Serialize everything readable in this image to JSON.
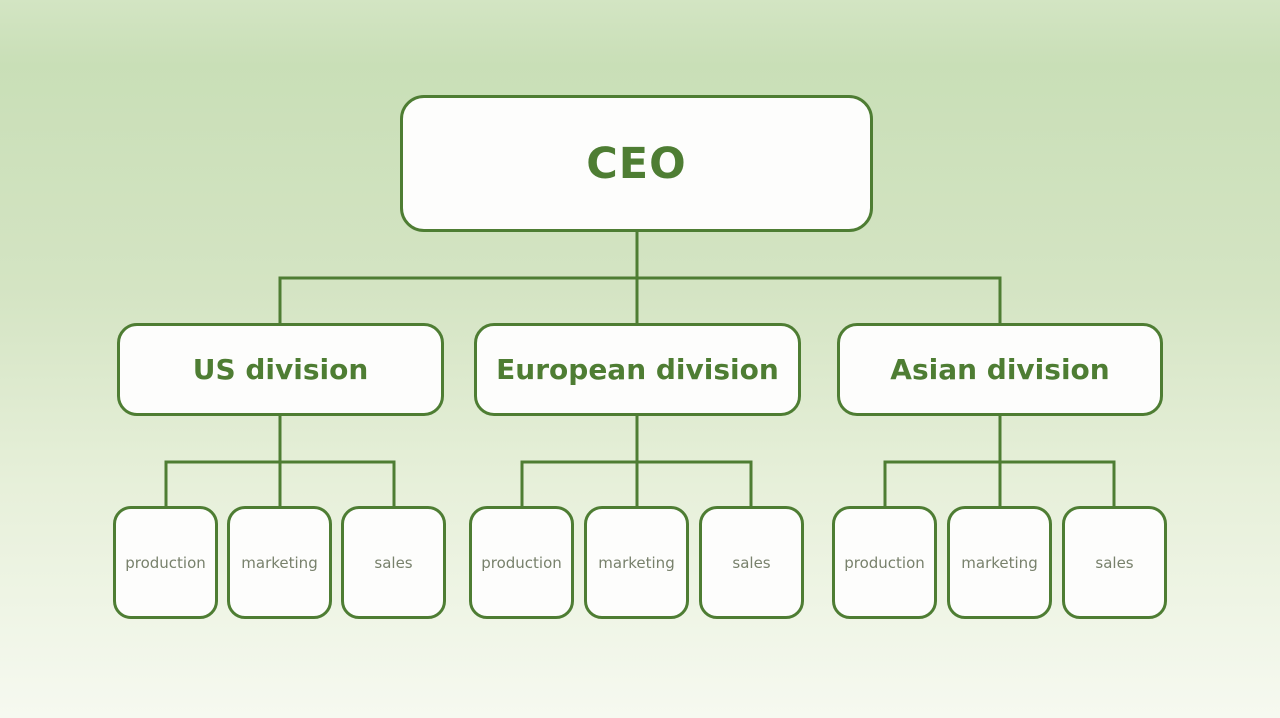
{
  "diagram": {
    "type": "org-chart",
    "root": {
      "label": "CEO"
    },
    "divisions": [
      {
        "label": "US division",
        "departments": [
          "production",
          "marketing",
          "sales"
        ]
      },
      {
        "label": "European division",
        "departments": [
          "production",
          "marketing",
          "sales"
        ]
      },
      {
        "label": "Asian division",
        "departments": [
          "production",
          "marketing",
          "sales"
        ]
      }
    ]
  },
  "colors": {
    "connector": "#4e7d33",
    "node_border": "#4e7d33",
    "heading_text": "#4e7d33",
    "department_text": "#78816c",
    "node_fill": "#fdfdfc",
    "background_top": "#cfe2c0",
    "background_bottom": "#f6f9f0"
  }
}
